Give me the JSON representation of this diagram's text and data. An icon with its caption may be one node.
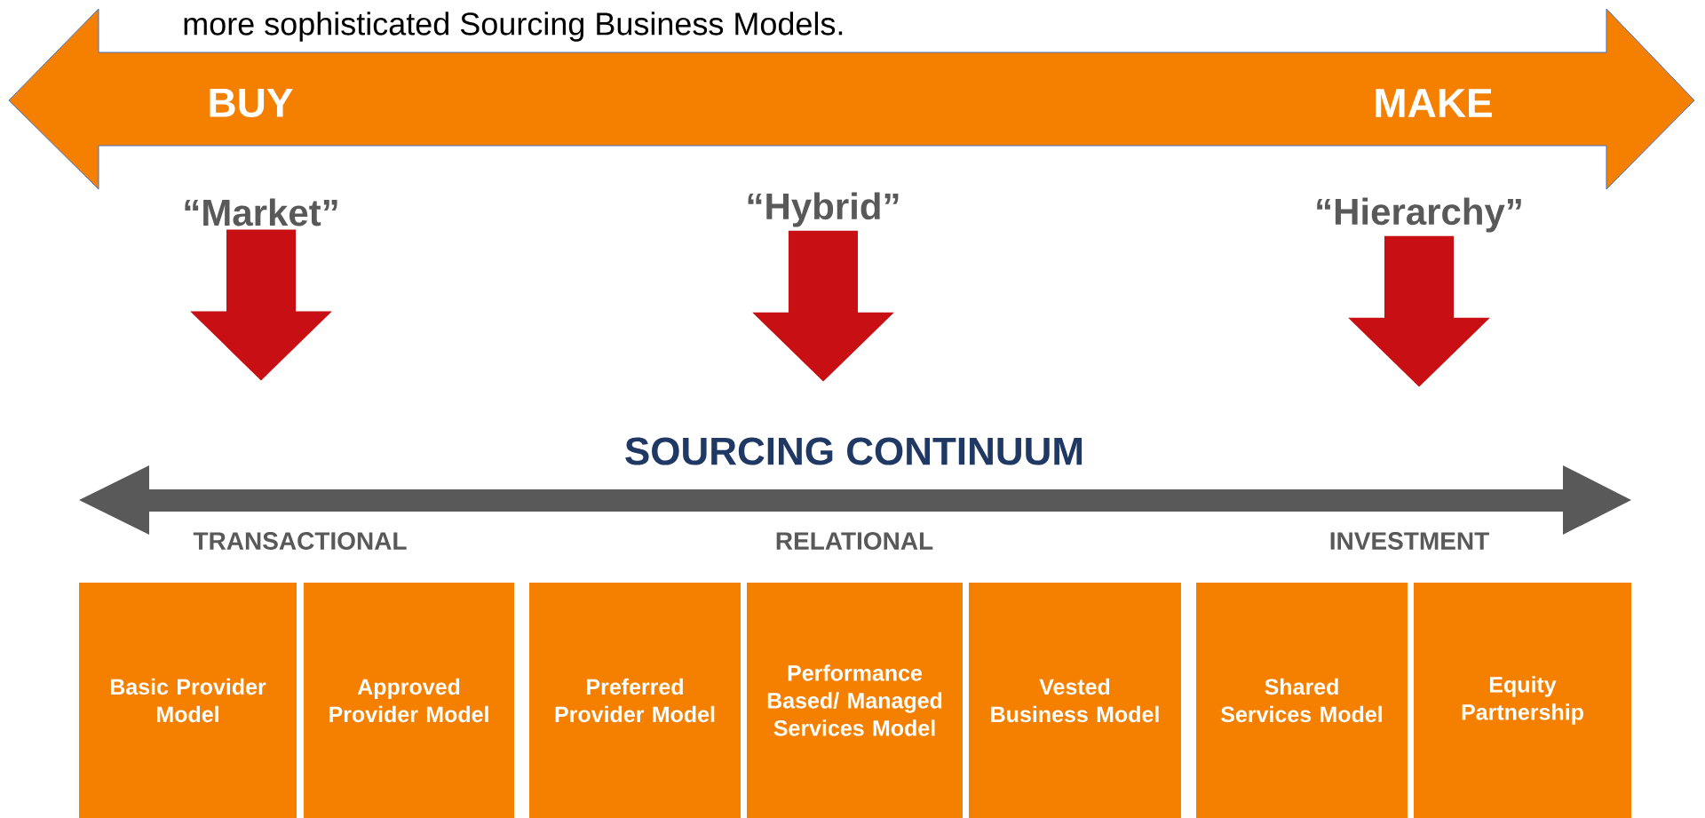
{
  "diagram": {
    "nodes": [
      {
        "text": [
          "BUY",
          "MAKE"
        ]
      },
      {
        "text": [
          "“Market”"
        ]
      },
      {
        "text": [
          "“Hybrid”"
        ]
      },
      {
        "text": [
          "“Hierarchy”"
        ]
      },
      {
        "text": [
          "Basic Provider Model"
        ]
      },
      {
        "text": [
          "Approved Provider Model"
        ]
      },
      {
        "text": [
          "Preferred Provider Model"
        ]
      },
      {
        "text": [
          "Performance Based/ Managed Services Model"
        ]
      },
      {
        "text": [
          "Vested Business Model"
        ]
      },
      {
        "text": [
          "Shared Services Model"
        ]
      },
      {
        "text": [
          "Equity Partnership"
        ]
      }
    ],
    "edges": [
      {
        "from": 1,
        "to": null,
        "arrow": "to"
      },
      {
        "from": 2,
        "to": null,
        "arrow": "to"
      },
      {
        "from": 3,
        "to": null,
        "arrow": "to"
      }
    ],
    "labels": [
      "more sophisticated Sourcing Business Models.",
      "SOURCING CONTINUUM",
      "TRANSACTIONAL",
      "RELATIONAL",
      "INVESTMENT"
    ]
  }
}
